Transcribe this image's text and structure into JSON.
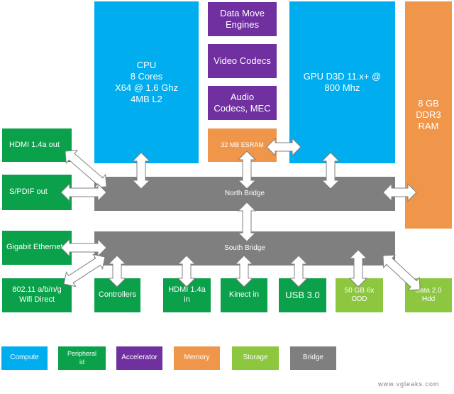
{
  "blocks": {
    "cpu": "CPU\n8 Cores\nX64 @ 1.6 Ghz\n4MB L2",
    "gpu": "GPU D3D 11.x+ @\n800 Mhz",
    "ram": "8 GB\nDDR3\nRAM",
    "data_move": "Data Move\nEngines",
    "video_codecs": "Video Codecs",
    "audio_codecs": "Audio\nCodecs, MEC",
    "esram": "32 MB ESRAM",
    "north_bridge": "North Bridge",
    "south_bridge": "South Bridge",
    "hdmi_out": "HDMI 1.4a out",
    "spdif_out": "S/PDIF out",
    "gigabit": "Gigabit Ethernet",
    "wifi": "802.11 a/b/n/g\nWifi Direct",
    "controllers": "Controllers",
    "hdmi_in": "HDMI 1.4a\nin",
    "kinect": "Kinect in",
    "usb": "USB 3.0",
    "odd": "50 GB 6x\nODD",
    "sata": "Sata 2.0\nHdd"
  },
  "legend": {
    "compute": "Compute",
    "peripheral": "Peripheral\nid",
    "accelerator": "Accelerator",
    "memory": "Memory",
    "storage": "Storage",
    "bridge": "Bridge"
  },
  "colors": {
    "compute": "#00adef",
    "peripheral": "#0aa14a",
    "accelerator": "#7030a0",
    "memory": "#f0964a",
    "storage": "#8dc63f",
    "bridge": "#7f7f7f"
  },
  "watermark": "www.vgleaks.com"
}
